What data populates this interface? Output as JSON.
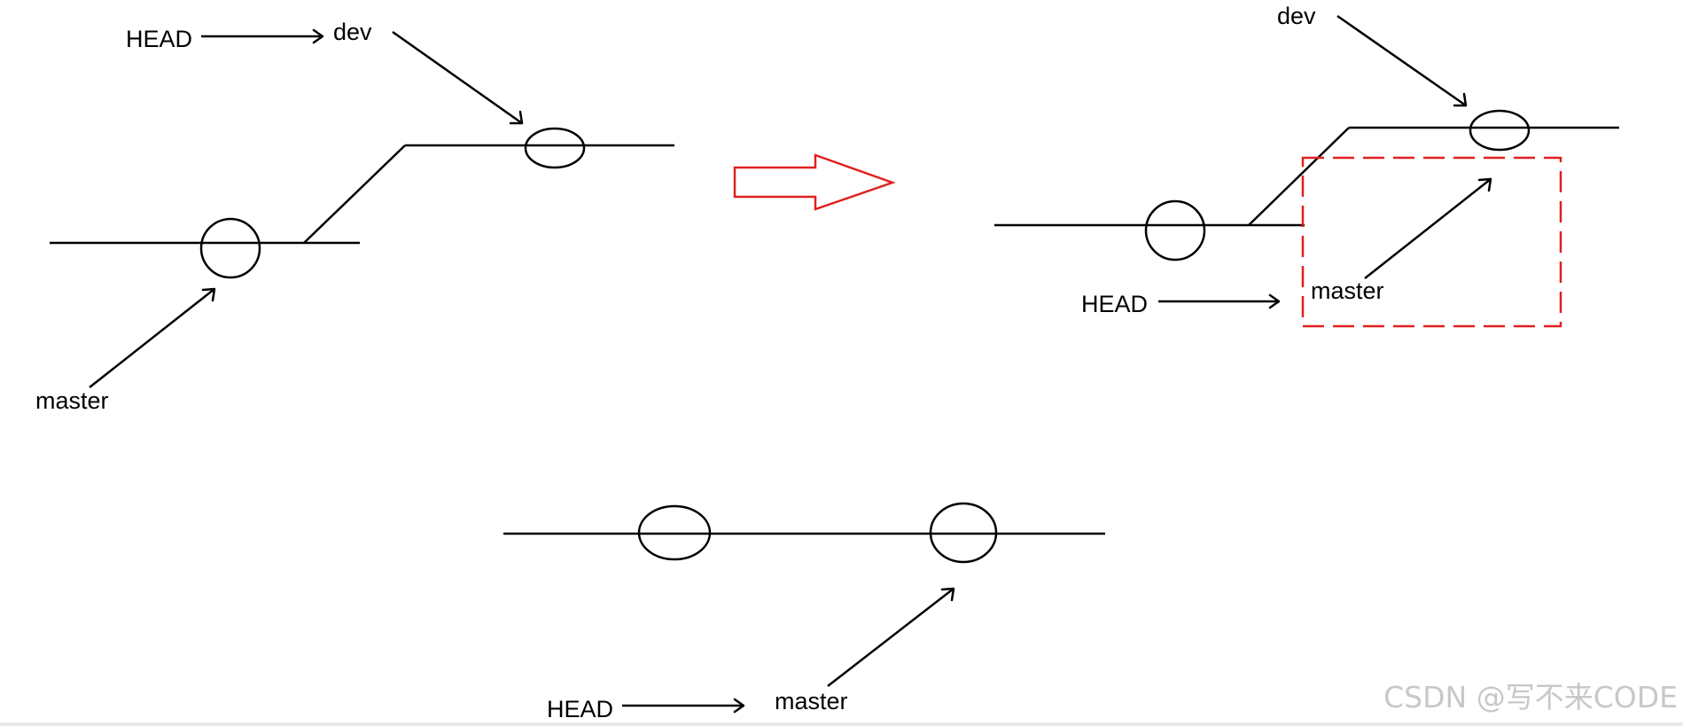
{
  "panels": {
    "before": {
      "labels": {
        "head": "HEAD",
        "dev": "dev",
        "master": "master"
      }
    },
    "after_dev": {
      "labels": {
        "dev": "dev",
        "head": "HEAD",
        "master": "master"
      }
    },
    "merged": {
      "labels": {
        "head": "HEAD",
        "master": "master"
      }
    }
  },
  "watermark": "CSDN @写不来CODE",
  "colors": {
    "ink": "#000000",
    "highlight": "#e02020",
    "watermark": "#c8c8c8"
  }
}
